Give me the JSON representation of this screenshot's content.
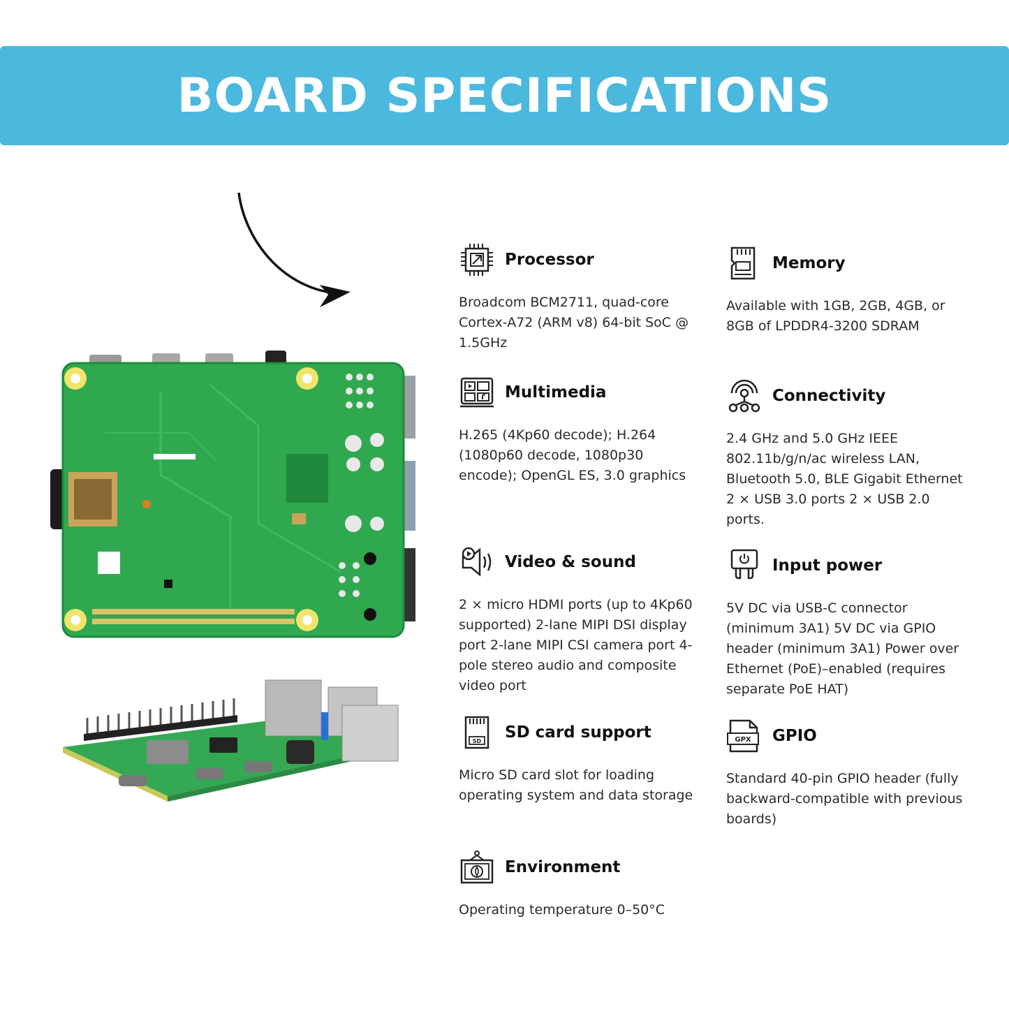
{
  "banner": {
    "title": "BOARD SPECIFICATIONS",
    "color": "#4bb8de"
  },
  "specs": {
    "processor": {
      "title": "Processor",
      "icon": "cpu-icon",
      "text": "Broadcom BCM2711, quad-core Cortex-A72 (ARM v8) 64-bit SoC @ 1.5GHz"
    },
    "memory": {
      "title": "Memory",
      "icon": "memory-card-icon",
      "text": "Available with 1GB, 2GB, 4GB, or 8GB of LPDDR4-3200 SDRAM"
    },
    "multimedia": {
      "title": "Multimedia",
      "icon": "multimedia-icon",
      "text": "H.265 (4Kp60 decode);  H.264 (1080p60 decode, 1080p30 encode);  OpenGL ES, 3.0 graphics"
    },
    "connectivity": {
      "title": "Connectivity",
      "icon": "network-icon",
      "text": "2.4 GHz and 5.0 GHz IEEE 802.11b/g/n/ac wireless LAN, Bluetooth 5.0, BLE  Gigabit Ethernet  2 × USB 3.0 ports  2 × USB 2.0 ports."
    },
    "video": {
      "title": "Video & sound",
      "icon": "video-sound-icon",
      "text": "2 × micro HDMI ports (up to 4Kp60 supported)  2-lane MIPI DSI display port  2-lane MIPI CSI camera port  4-pole stereo audio and composite video port"
    },
    "power": {
      "title": "Input power",
      "icon": "power-plug-icon",
      "text": "5V DC via USB-C connector (minimum 3A1)  5V DC via GPIO header (minimum 3A1)  Power over Ethernet (PoE)–enabled (requires separate PoE HAT)"
    },
    "sdcard": {
      "title": "SD card support",
      "icon": "sd-card-icon",
      "text": "Micro SD card slot for loading operating system and data storage"
    },
    "gpio": {
      "title": "GPIO",
      "icon": "gpio-file-icon",
      "text": "Standard 40-pin GPIO header (fully backward-compatible with previous boards)"
    },
    "environment": {
      "title": "Environment",
      "icon": "environment-icon",
      "text": "Operating temperature 0–50°C"
    }
  },
  "icon_labels": {
    "sd": "SD",
    "gpx": "GPX"
  }
}
